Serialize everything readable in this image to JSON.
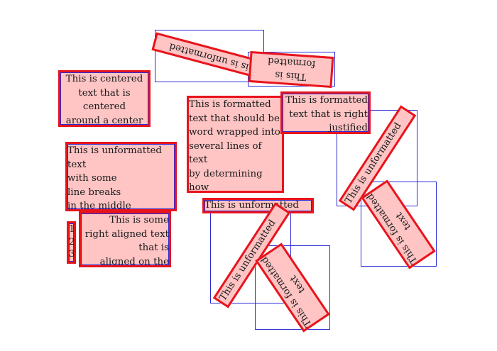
{
  "boxes": {
    "rot_unformatted_top": "This is unformatted text",
    "rot_formatted_top": "This is formatted\ntext",
    "centered": "This is centered\ntext that is centered\naround a center\nline",
    "wrapped": "This is formatted\ntext that should be\nword wrapped into\nseveral lines of text\nby determining how\nto break the lines\nwhich make it up.",
    "right_justified": "This is formatted\ntext that is right\njustified",
    "rot_unformatted_right": "This is unformatted text",
    "unformatted_breaks": "This is unformatted text\nwith some\nline breaks\nin the middle\nof it.",
    "unformatted_single": "This is unformatted text",
    "rot_formatted_right": "This is formatted\ntext",
    "numbers": "1\n2\n3",
    "right_aligned": "This is some\nright aligned text\nthat is\naligned on the right",
    "rot_unformatted_bottom": "This is unformatted text",
    "rot_formatted_bottom": "This is formatted\ntext"
  }
}
